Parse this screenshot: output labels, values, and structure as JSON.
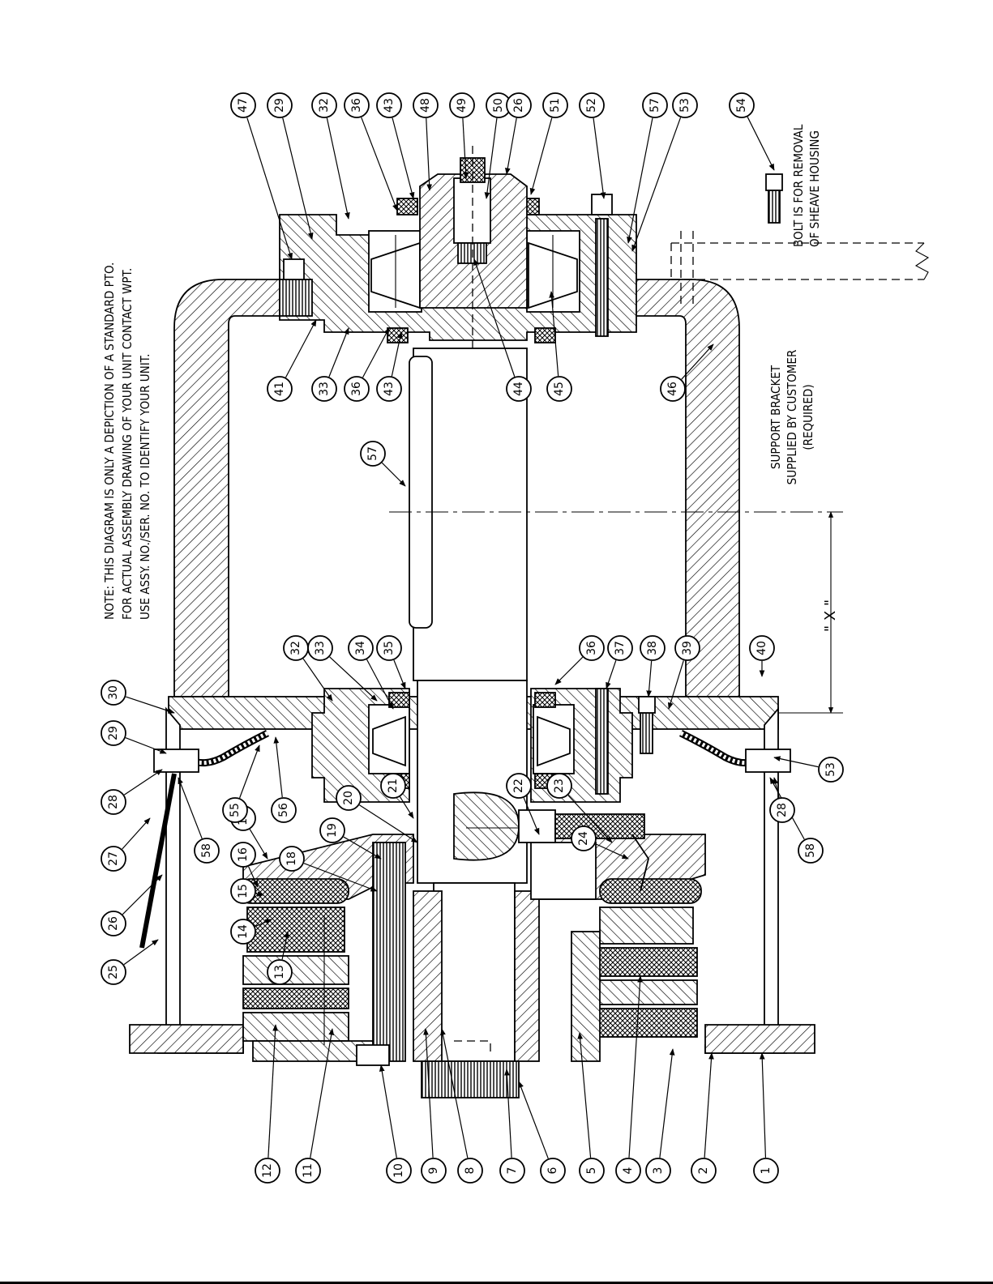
{
  "note_lines": [
    "NOTE: THIS DIAGRAM IS ONLY A DEPICTION OF A STANDARD PTO.",
    "FOR ACTUAL ASSEMBLY DRAWING OF YOUR UNIT CONTACT WPT.",
    "USE ASSY. NO./SER. NO. TO IDENTIFY YOUR UNIT."
  ],
  "bolt_note_lines": [
    "BOLT IS FOR REMOVAL",
    "OF SHEAVE HOUSING"
  ],
  "support_note_lines": [
    "SUPPORT BRACKET",
    "SUPPLIED BY CUSTOMER",
    "(REQUIRED)"
  ],
  "dimension_label": "\" X \"",
  "callouts": [
    "1",
    "2",
    "3",
    "4",
    "5",
    "6",
    "7",
    "8",
    "9",
    "10",
    "11",
    "12",
    "13",
    "14",
    "15",
    "16",
    "17",
    "18",
    "19",
    "20",
    "21",
    "22",
    "23",
    "24",
    "25",
    "26",
    "27",
    "28",
    "29",
    "30",
    "32",
    "33",
    "34",
    "35",
    "36",
    "37",
    "38",
    "39",
    "40",
    "47",
    "29",
    "32",
    "36",
    "43",
    "48",
    "49",
    "50",
    "26",
    "51",
    "52",
    "57",
    "53",
    "54",
    "41",
    "33",
    "36",
    "43",
    "44",
    "45",
    "46",
    "57",
    "55",
    "56",
    "58",
    "28",
    "58",
    "53"
  ],
  "colors": {
    "ink": "#000000",
    "paper": "#ffffff"
  }
}
